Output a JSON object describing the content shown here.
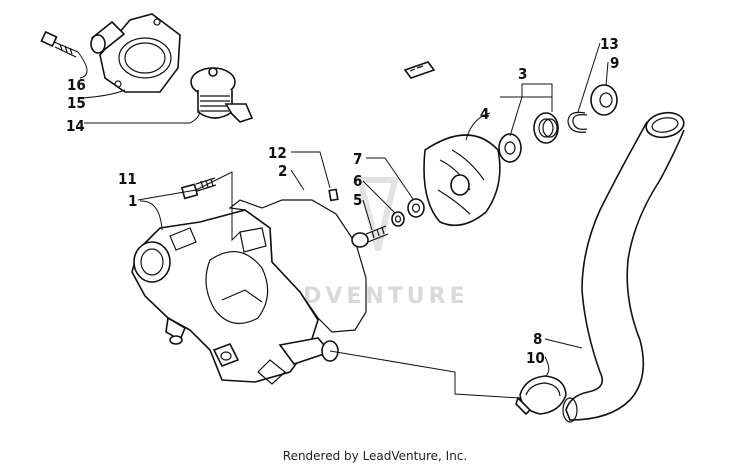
{
  "diagram": {
    "callouts": {
      "c1": "1",
      "c2": "2",
      "c3": "3",
      "c4": "4",
      "c5": "5",
      "c6": "6",
      "c7": "7",
      "c8": "8",
      "c9": "9",
      "c10": "10",
      "c11": "11",
      "c12": "12",
      "c13": "13",
      "c14": "14",
      "c15": "15",
      "c16": "16"
    },
    "watermark": "LEADVENTURE",
    "footer": "Rendered by LeadVenture, Inc."
  },
  "colors": {
    "ink": "#111111",
    "watermark": "#d9d9d9",
    "background": "#ffffff"
  }
}
